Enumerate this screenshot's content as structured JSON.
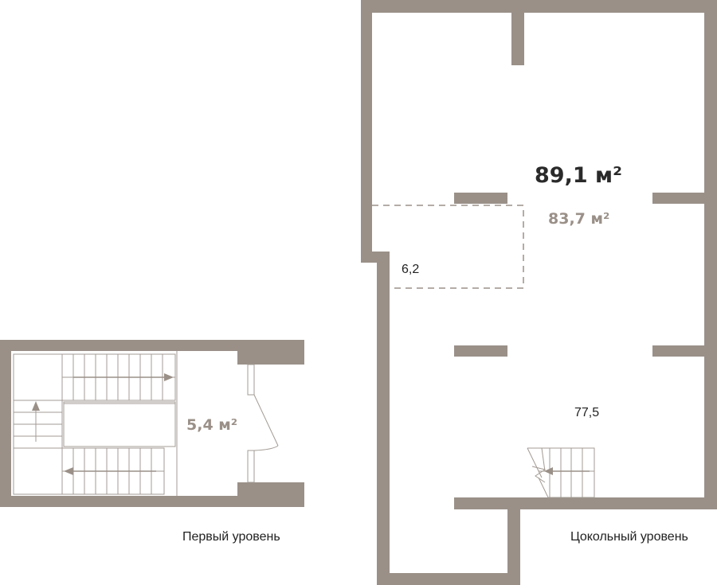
{
  "floorplan": {
    "total_area": "89,1 м²",
    "basement_area": "83,7 м²",
    "first_level_area": "5,4 м²",
    "room_small": "6,2",
    "room_large": "77,5",
    "first_level_label": "Первый уровень",
    "basement_label": "Цокольный уровень"
  },
  "colors": {
    "wall": "#9a9088",
    "total_text": "#2a2a2a",
    "secondary_text": "#9a9088"
  }
}
